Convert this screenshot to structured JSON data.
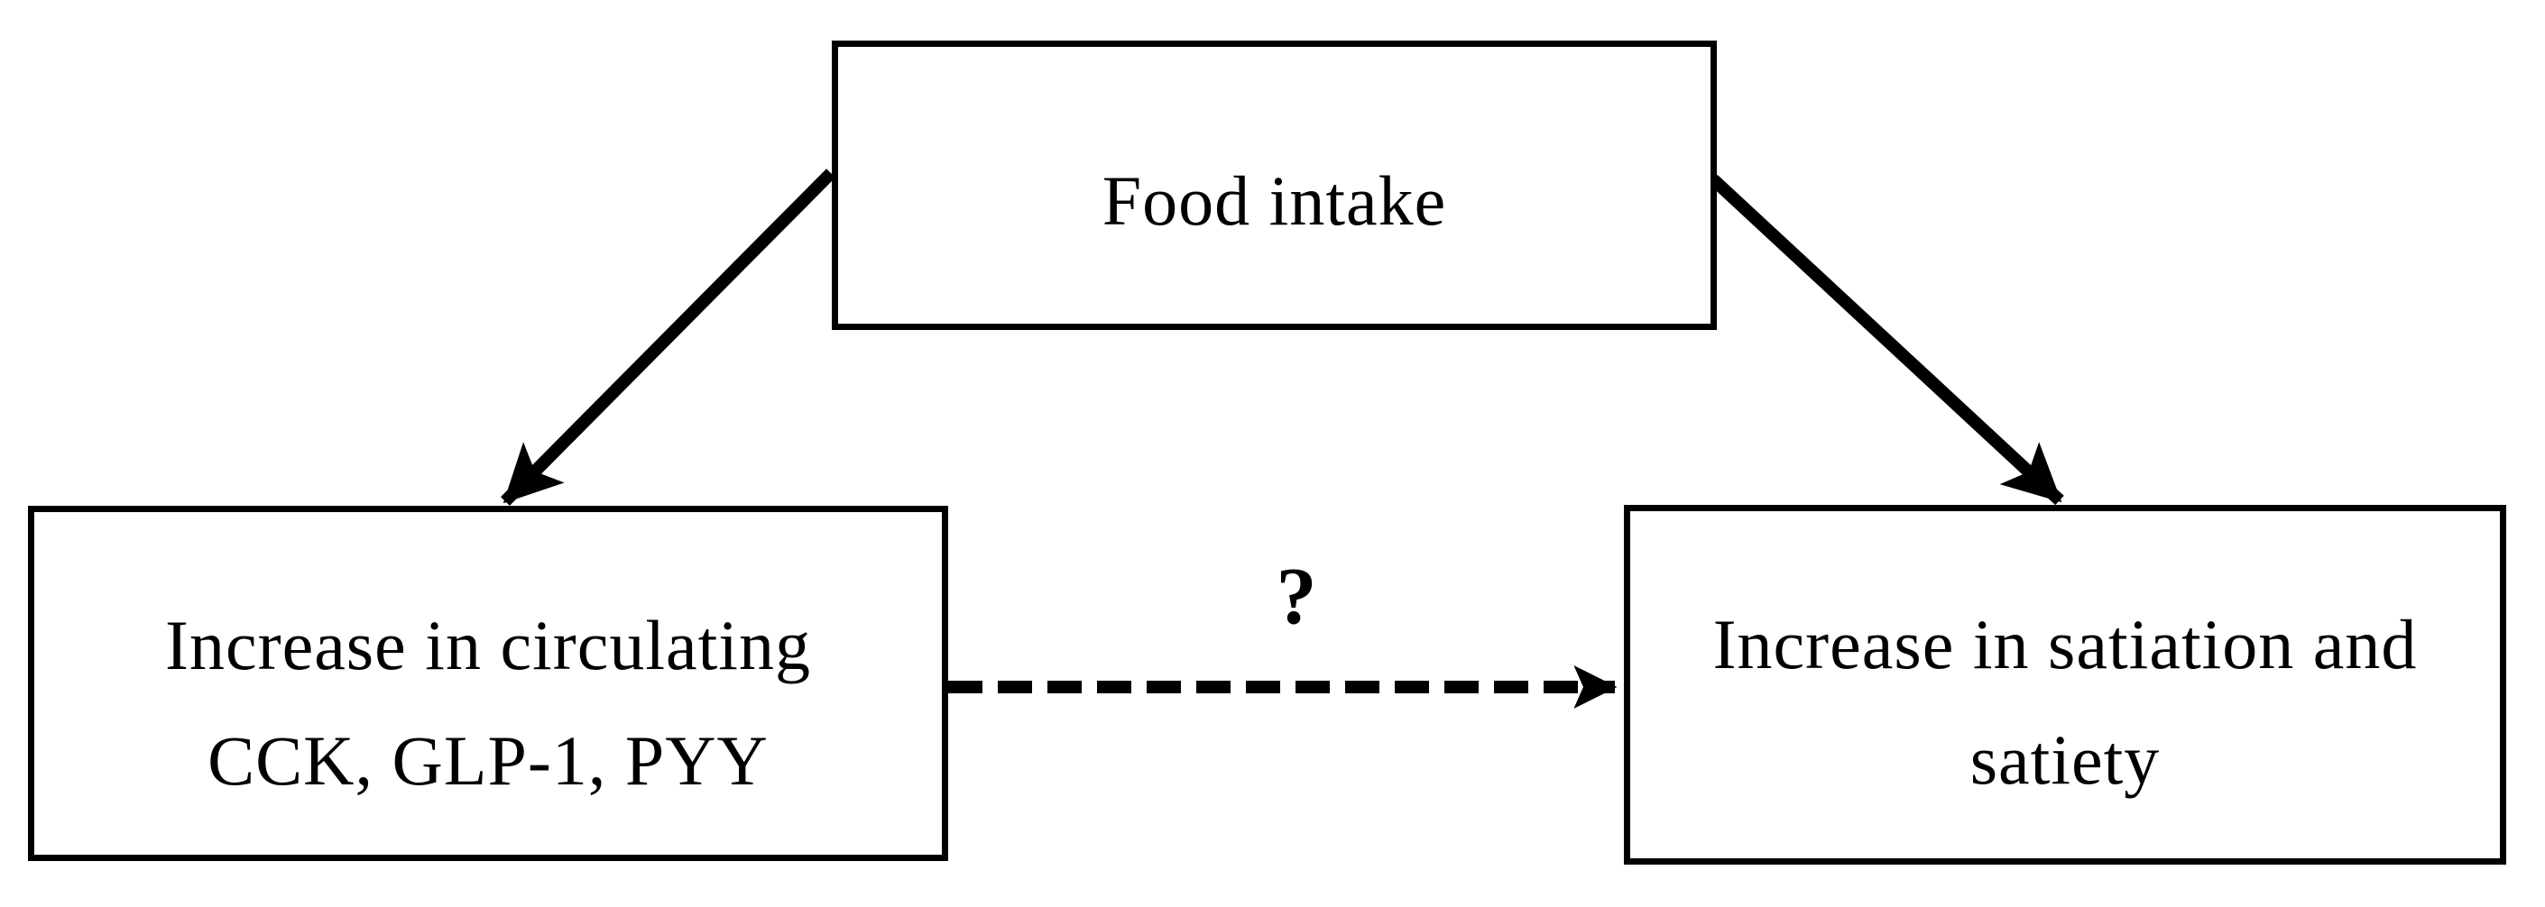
{
  "diagram": {
    "colors": {
      "background": "#ffffff",
      "line": "#000000",
      "text": "#000000"
    },
    "nodes": {
      "food_intake": {
        "label": "Food intake"
      },
      "hormones": {
        "lines": [
          "Increase in circulating",
          "CCK, GLP-1, PYY"
        ]
      },
      "satiety": {
        "lines": [
          "Increase in satiation and",
          "satiety"
        ]
      }
    },
    "edges": {
      "food_to_hormones": {
        "from": "food_intake",
        "to": "hormones",
        "style": "solid",
        "label": ""
      },
      "food_to_satiety": {
        "from": "food_intake",
        "to": "satiety",
        "style": "solid",
        "label": ""
      },
      "hormones_to_satiety": {
        "from": "hormones",
        "to": "satiety",
        "style": "dashed",
        "label": "?"
      }
    }
  }
}
